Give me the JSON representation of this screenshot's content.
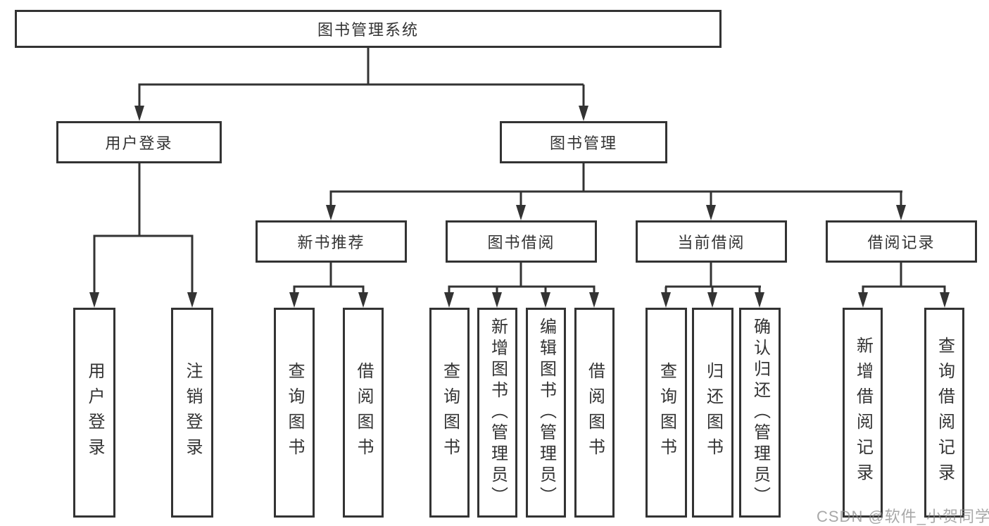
{
  "diagram": {
    "title": "图书管理系统",
    "type": "hierarchy-tree",
    "hierarchy": {
      "root": "图书管理系统",
      "children": [
        {
          "label": "用户登录",
          "children": [
            "用户登录",
            "注销登录"
          ]
        },
        {
          "label": "图书管理",
          "children": [
            {
              "label": "新书推荐",
              "children": [
                "查询图书",
                "借阅图书"
              ]
            },
            {
              "label": "图书借阅",
              "children": [
                "查询图书",
                "新增图书（管理员）",
                "编辑图书（管理员）",
                "借阅图书"
              ]
            },
            {
              "label": "当前借阅",
              "children": [
                "查询图书",
                "归还图书",
                "确认归还（管理员）"
              ]
            },
            {
              "label": "借阅记录",
              "children": [
                "新增借阅记录",
                "查询借阅记录"
              ]
            }
          ]
        }
      ]
    }
  },
  "nodes": {
    "root": "图书管理系统",
    "user_login": "用户登录",
    "book_mgmt": "图书管理",
    "new_book_rec": "新书推荐",
    "book_borrow": "图书借阅",
    "current_borrow": "当前借阅",
    "borrow_record": "借阅记录",
    "ul_user_login": "用户登录",
    "ul_logout": "注销登录",
    "nb_query": "查询图书",
    "nb_borrow": "借阅图书",
    "bb_query": "查询图书",
    "bb_add": "新增图书（管理员）",
    "bb_edit": "编辑图书（管理员）",
    "bb_borrow": "借阅图书",
    "cb_query": "查询图书",
    "cb_return": "归还图书",
    "cb_confirm": "确认归还（管理员）",
    "br_add": "新增借阅记录",
    "br_query": "查询借阅记录"
  },
  "watermark": "CSDN @软件_小贺同学",
  "colors": {
    "line": "#333333",
    "text": "#333333",
    "watermark_gray": "#878787",
    "background": "#ffffff"
  }
}
